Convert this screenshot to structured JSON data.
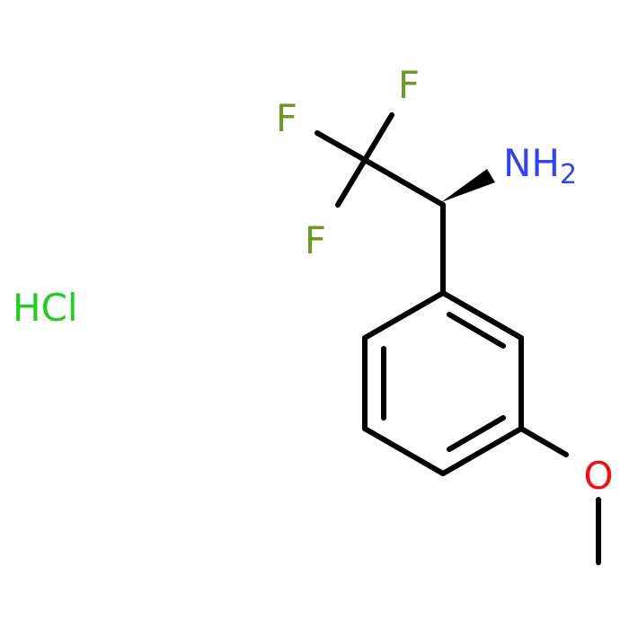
{
  "molecule": {
    "atoms": {
      "f_top": "F",
      "f_left": "F",
      "f_bottom": "F",
      "amine_n": "NH",
      "amine_sub": "2",
      "oxygen": "O"
    },
    "counterion": "HCl"
  },
  "colors": {
    "bond": "#000000",
    "fluorine": "#6a9a2a",
    "nitrogen": "#3344ee",
    "oxygen": "#ee1111",
    "chlorine": "#22cc22"
  }
}
